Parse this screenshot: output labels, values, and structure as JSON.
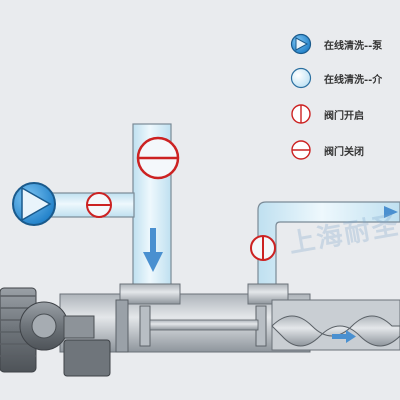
{
  "legend": [
    {
      "icon": "pump-icon",
      "label": "在线清洗--泵"
    },
    {
      "icon": "medium-icon",
      "label": "在线清洗--介"
    },
    {
      "icon": "valve-open-icon",
      "label": "阀门开启"
    },
    {
      "icon": "valve-closed-icon",
      "label": "阀门关闭"
    }
  ],
  "watermark": "上海耐圣",
  "colors": {
    "pipe_fill": "#d6ecf6",
    "pipe_stroke": "#7a8a96",
    "flow_arrow": "#4a90d0",
    "valve": "#cc2222",
    "pump_blue": "#2a8fd8",
    "motor_gray": "#7d838a",
    "background": "#e9ebee"
  }
}
